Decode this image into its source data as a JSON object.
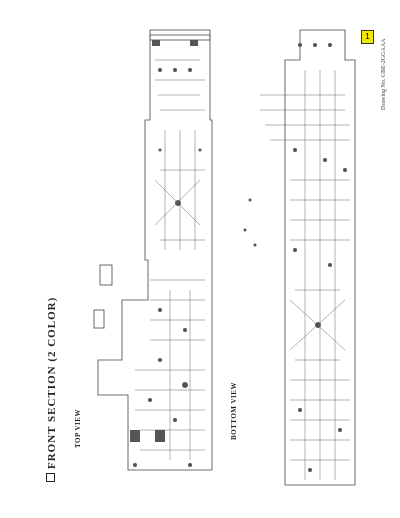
{
  "document": {
    "title": "FRONT SECTION (2 COLOR)",
    "top_view_label": "TOP VIEW",
    "bottom_view_label": "BOTTOM VIEW",
    "drawing_ref": "Drawing No.  GBE-2GGAAA",
    "page_marker": "1",
    "marker_color": "#f2e600"
  }
}
